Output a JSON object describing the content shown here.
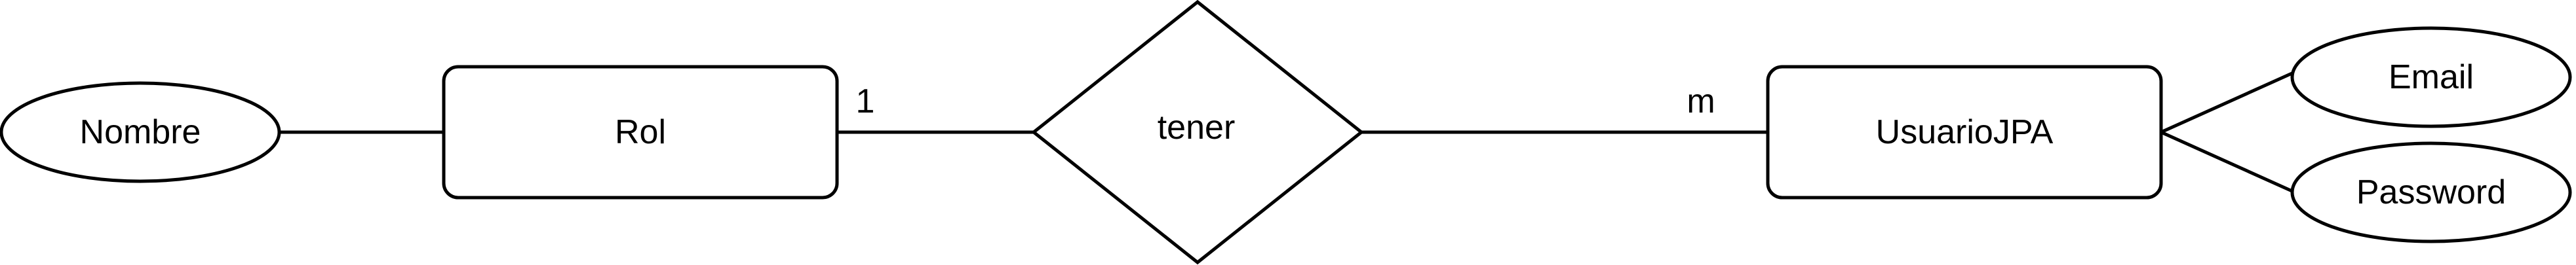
{
  "diagram": {
    "entities": {
      "rol": "Rol",
      "usuario": "UsuarioJPA"
    },
    "relationship": {
      "label": "tener"
    },
    "attributes": {
      "nombre": "Nombre",
      "email": "Email",
      "password": "Password"
    },
    "cardinality": {
      "rol_side": "1",
      "usuario_side": "m"
    },
    "colors": {
      "stroke": "#000000",
      "fill": "#ffffff"
    }
  }
}
